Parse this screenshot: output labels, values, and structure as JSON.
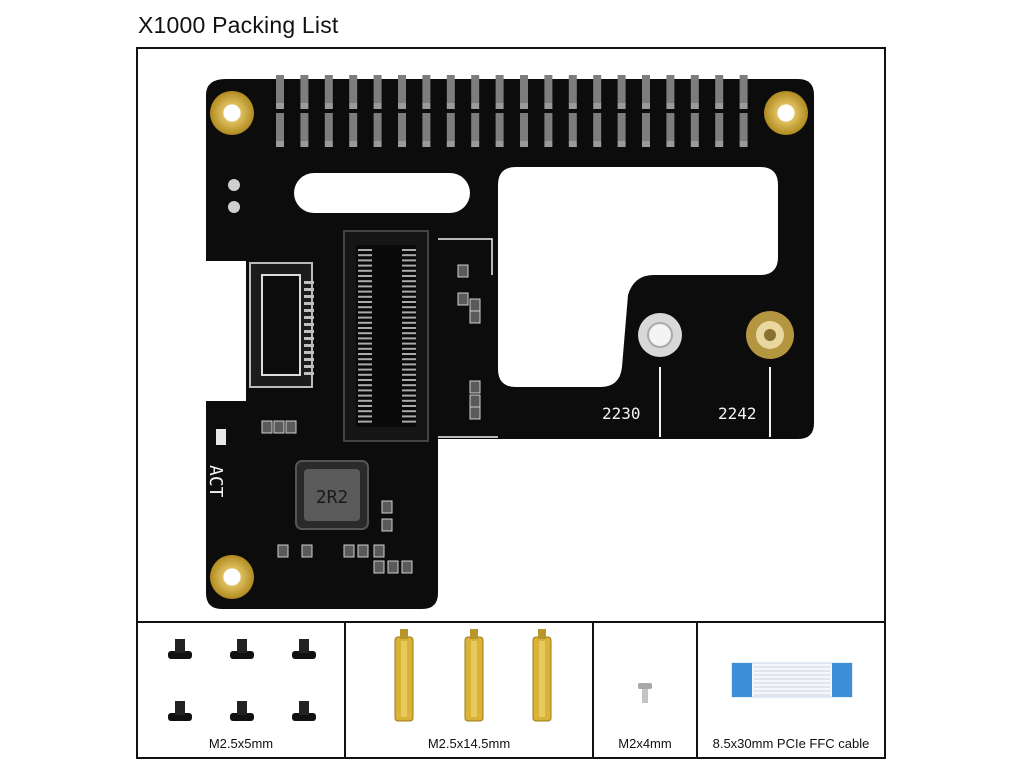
{
  "title": "X1000 Packing List",
  "board": {
    "silkscreen": {
      "act": "ACT",
      "inductor": "2R2",
      "size_2230": "2230",
      "size_2242": "2242"
    },
    "colors": {
      "pcb": "#0c0c0c",
      "gold": "#c9a235",
      "pin": "#8a8a8a",
      "silk": "#f2f2f2"
    }
  },
  "items": [
    {
      "label": "M2.5x5mm",
      "icon": "black-screw-icon",
      "count": 6
    },
    {
      "label": "M2.5x14.5mm",
      "icon": "brass-standoff-icon",
      "count": 3
    },
    {
      "label": "M2x4mm",
      "icon": "silver-screw-icon",
      "count": 1
    },
    {
      "label": "8.5x30mm PCIe FFC cable",
      "icon": "ffc-cable-icon",
      "count": 1
    }
  ]
}
